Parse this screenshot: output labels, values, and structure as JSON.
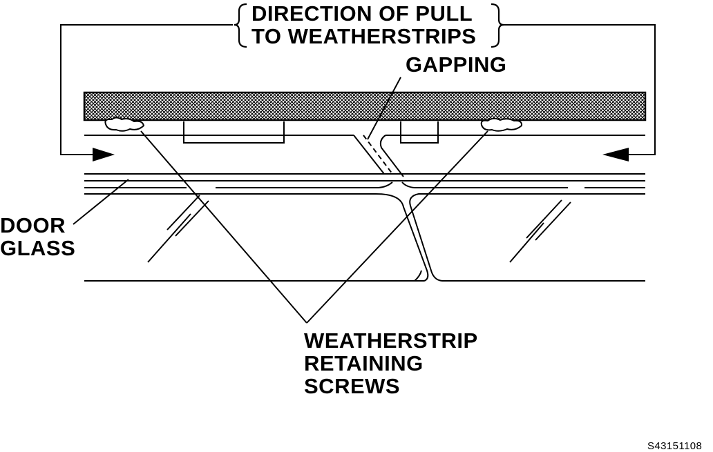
{
  "labels": {
    "direction_line1": "DIRECTION OF PULL",
    "direction_line2": "TO WEATHERSTRIPS",
    "gapping": "GAPPING",
    "door_line1": "DOOR",
    "door_line2": "GLASS",
    "screws_line1": "WEATHERSTRIP",
    "screws_line2": "RETAINING",
    "screws_line3": "SCREWS",
    "figure_id": "S43151108"
  },
  "colors": {
    "ink": "#000000",
    "paper": "#ffffff"
  }
}
